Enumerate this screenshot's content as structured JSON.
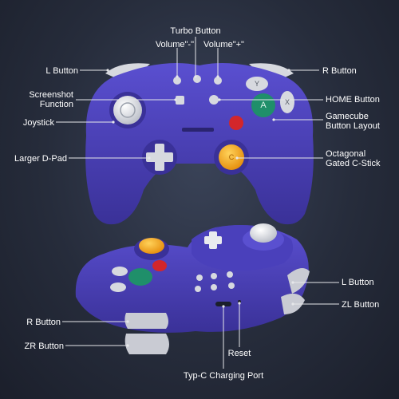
{
  "labels": {
    "turbo": "Turbo Button",
    "volume_minus": "Volume\"-\"",
    "volume_plus": "Volume\"+\"",
    "l_button_top": "L Button",
    "r_button_top": "R Button",
    "screenshot_1": "Screenshot",
    "screenshot_2": "Function",
    "home": "HOME Button",
    "joystick": "Joystick",
    "gamecube_1": "Gamecube",
    "gamecube_2": "Button Layout",
    "dpad": "Larger D-Pad",
    "cstick_1": "Octagonal",
    "cstick_2": "Gated C-Stick",
    "l_button_bottom": "L Button",
    "zl_button": "ZL Button",
    "r_button_bottom": "R Button",
    "zr_button": "ZR Button",
    "reset": "Reset",
    "charging_port": "Typ-C Charging Port"
  },
  "glyphs": {
    "y": "Y",
    "x": "X",
    "a": "A",
    "c": "C"
  },
  "colors": {
    "body": "#4b40b8",
    "body_dark": "#3a2f98",
    "grey": "#c9cbd3",
    "a_button": "#1f8f6a",
    "b_button": "#d3262b",
    "c_stick": "#f2a51a",
    "main_stick_cap": "#e9ebef"
  }
}
